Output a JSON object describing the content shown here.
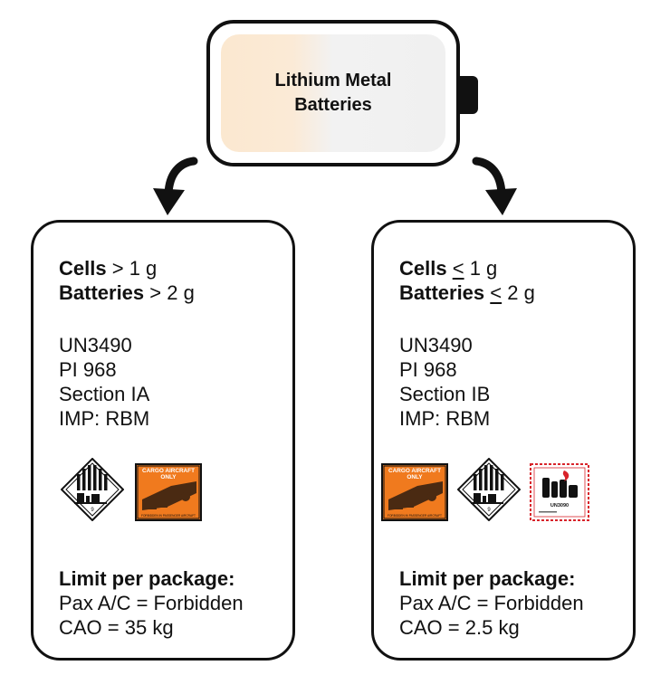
{
  "title_line1": "Lithium Metal",
  "title_line2": "Batteries",
  "left": {
    "cells_label": "Cells",
    "cells_op": ">",
    "cells_value": "1 g",
    "batteries_label": "Batteries",
    "batteries_op": ">",
    "batteries_value": "2 g",
    "un": "UN3490",
    "pi": "PI 968",
    "section": "Section IA",
    "imp": "IMP: RBM",
    "limit_title": "Limit per package:",
    "pax": "Pax A/C = Forbidden",
    "cao": "CAO = 35 kg"
  },
  "right": {
    "cells_label": "Cells",
    "cells_op": "<",
    "cells_value": "1 g",
    "batteries_label": "Batteries",
    "batteries_op": "<",
    "batteries_value": "2 g",
    "un": "UN3490",
    "pi": "PI 968",
    "section": "Section IB",
    "imp": "IMP: RBM",
    "limit_title": "Limit per package:",
    "pax": "Pax A/C = Forbidden",
    "cao": "CAO = 2.5 kg"
  },
  "labels": {
    "cao_line1": "CARGO AIRCRAFT",
    "cao_line2": "ONLY",
    "cao_footer": "FORBIDDEN IN PASSENGER AIRCRAFT",
    "class9_number": "9",
    "battery_mark_un": "UN3090"
  },
  "colors": {
    "cao_orange": "#f07a1e",
    "battery_mark_red": "#d8232a",
    "battery_fill_left": "#fbe8d0",
    "battery_fill_right": "#f0f0f0"
  }
}
